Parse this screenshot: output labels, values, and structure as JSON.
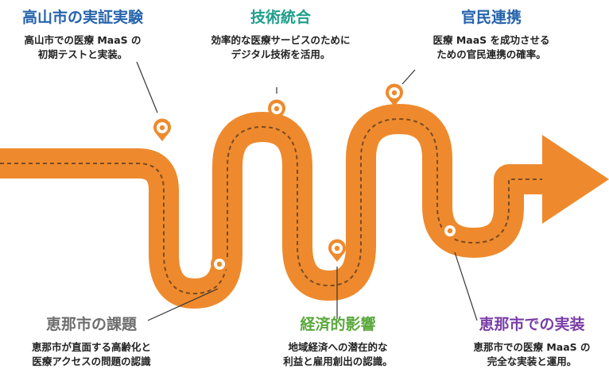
{
  "milestones": [
    {
      "title": "高山市の実証実験",
      "desc_line1": "高山市での医療 MaaS の",
      "desc_line2": "初期テストと実装。",
      "color": "#2563ad"
    },
    {
      "title": "技術統合",
      "desc_line1": "効率的な医療サービスのために",
      "desc_line2": "デジタル技術を活用。",
      "color": "#1f9e8c"
    },
    {
      "title": "官民連携",
      "desc_line1": "医療 MaaS を成功させる",
      "desc_line2": "ための官民連携の確率。",
      "color": "#2563ad"
    },
    {
      "title": "恵那市の課題",
      "desc_line1": "恵那市が直面する高齢化と",
      "desc_line2": "医療アクセスの問題の認識",
      "color": "#6e6e6e"
    },
    {
      "title": "経済的影響",
      "desc_line1": "地域経済への潜在的な",
      "desc_line2": "利益と雇用創出の認識。",
      "color": "#5aa83c"
    },
    {
      "title": "恵那市での実装",
      "desc_line1": "恵那市での医療 MaaS の",
      "desc_line2": "完全な実装と運用。",
      "color": "#7a3da8"
    }
  ],
  "road": {
    "color": "#ee8a2d",
    "dash_color": "#7a4a22"
  },
  "icons": {
    "pin": "location-pin-icon",
    "arrow": "arrow-head-icon"
  }
}
